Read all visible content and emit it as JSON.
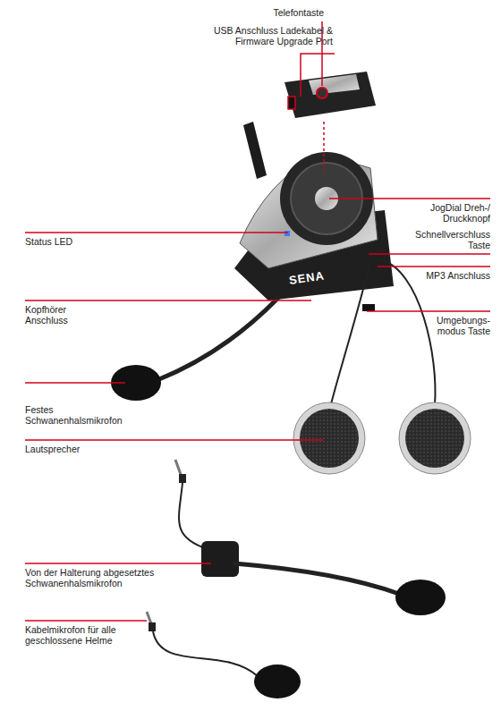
{
  "diagram": {
    "labels": [
      "Telefontaste",
      "USB Anschluss Ladekabel & Firmware Upgrade Port",
      "JogDial Dreh-/ Druckknopf",
      "Status LED",
      "Schnellverschluss Taste",
      "MP3 Anschluss",
      "Kopfhörer Anschluss",
      "Umgebungs- modus Taste",
      "Festes Schwanenhalsmikrofon",
      "Lautsprecher",
      "Von der Halterung abgesetztes Schwanenhalsmikrofon",
      "Kabelmikrofon für alle geschlossene Helme",
      "SENA"
    ]
  }
}
